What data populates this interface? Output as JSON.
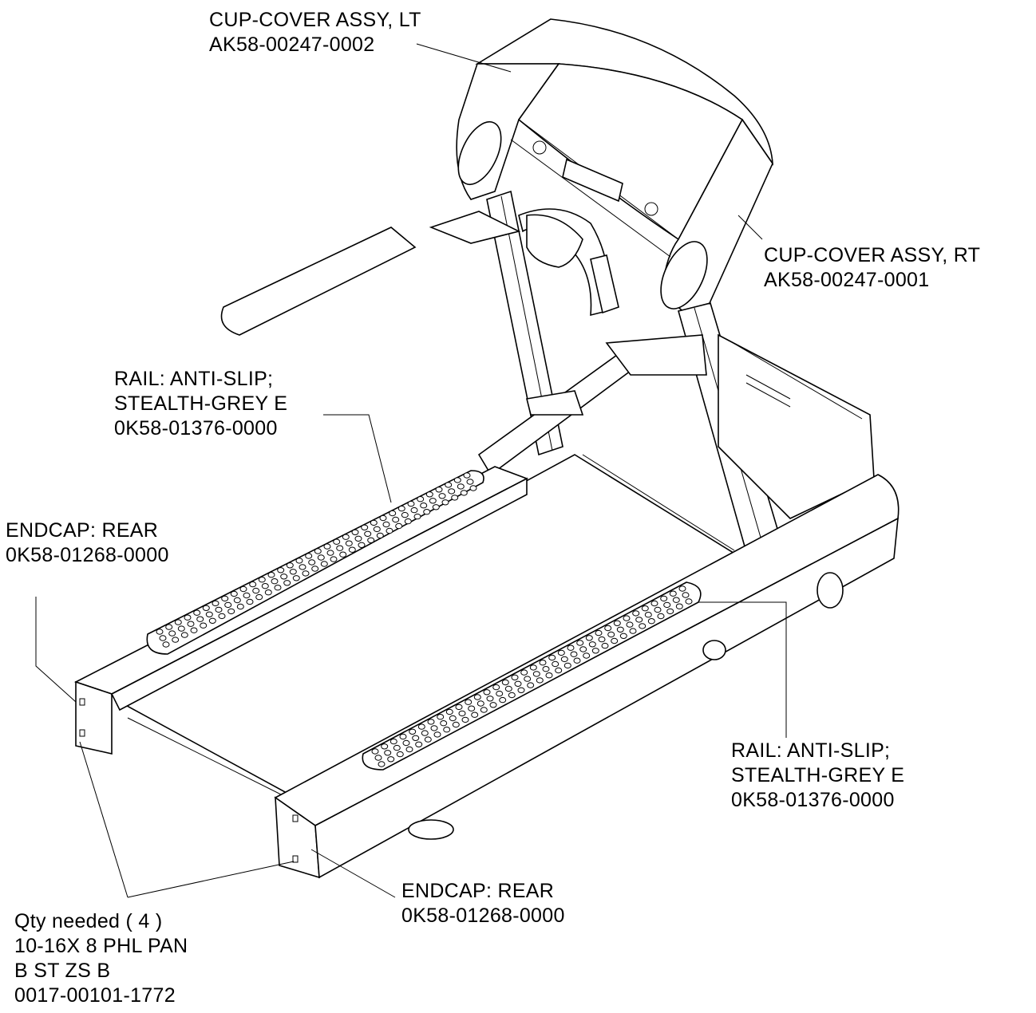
{
  "labels": {
    "cup_left": {
      "name": "CUP-COVER ASSY, LT",
      "part": "AK58-00247-0002"
    },
    "cup_right": {
      "name": "CUP-COVER ASSY, RT",
      "part": "AK58-00247-0001"
    },
    "rail_left": {
      "line1": "RAIL: ANTI-SLIP;",
      "line2": "STEALTH-GREY E",
      "part": "0K58-01376-0000"
    },
    "rail_right": {
      "line1": "RAIL: ANTI-SLIP;",
      "line2": "STEALTH-GREY E",
      "part": "0K58-01376-0000"
    },
    "endcap_left": {
      "name": "ENDCAP: REAR",
      "part": "0K58-01268-0000"
    },
    "endcap_right": {
      "name": "ENDCAP: REAR",
      "part": "0K58-01268-0000"
    },
    "screws": {
      "qty": "Qty needed ( 4 )",
      "line2": "10-16X 8 PHL PAN",
      "line3": "B ST ZS B",
      "part": "0017-00101-1772"
    }
  }
}
